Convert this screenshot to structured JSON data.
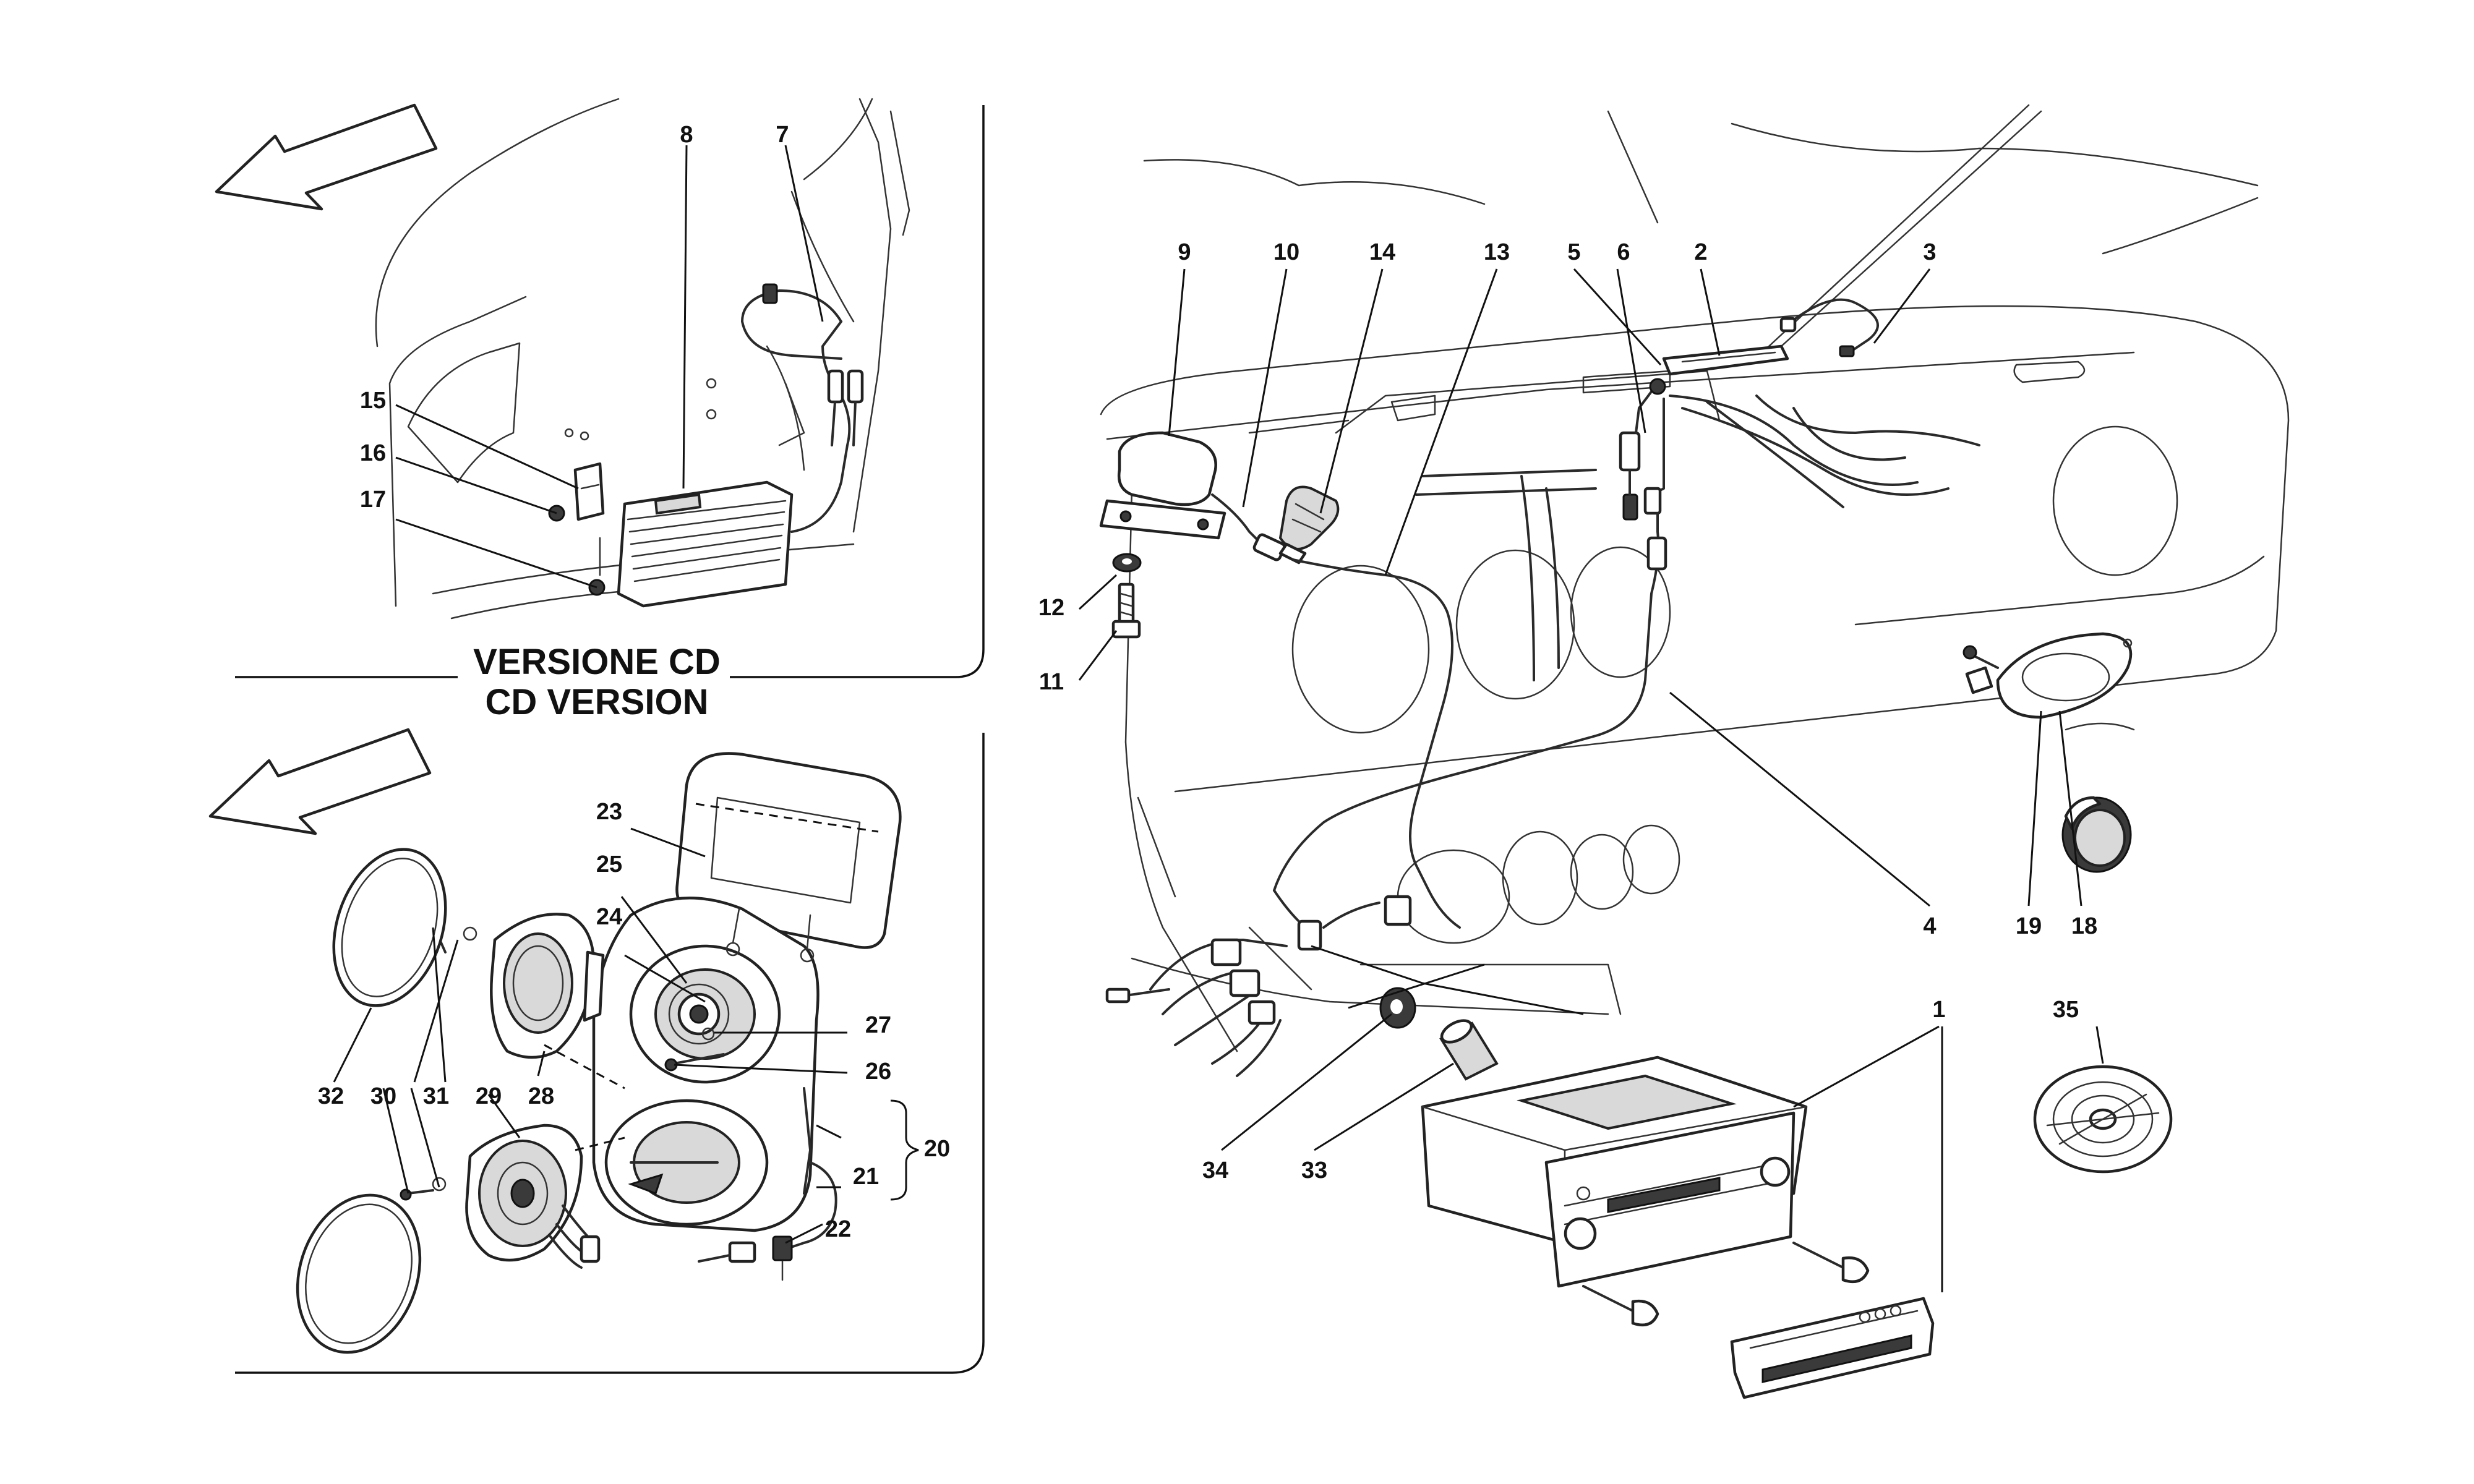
{
  "section_heading": {
    "line1": "VERSIONE CD",
    "line2": "CD VERSION"
  },
  "callouts": [
    {
      "id": "c1",
      "label": "1"
    },
    {
      "id": "c2",
      "label": "2"
    },
    {
      "id": "c3",
      "label": "3"
    },
    {
      "id": "c4",
      "label": "4"
    },
    {
      "id": "c5",
      "label": "5"
    },
    {
      "id": "c6",
      "label": "6"
    },
    {
      "id": "c7",
      "label": "7"
    },
    {
      "id": "c8",
      "label": "8"
    },
    {
      "id": "c9",
      "label": "9"
    },
    {
      "id": "c10",
      "label": "10"
    },
    {
      "id": "c11",
      "label": "11"
    },
    {
      "id": "c12",
      "label": "12"
    },
    {
      "id": "c13",
      "label": "13"
    },
    {
      "id": "c14",
      "label": "14"
    },
    {
      "id": "c15",
      "label": "15"
    },
    {
      "id": "c16",
      "label": "16"
    },
    {
      "id": "c17",
      "label": "17"
    },
    {
      "id": "c18",
      "label": "18"
    },
    {
      "id": "c19",
      "label": "19"
    },
    {
      "id": "c20",
      "label": "20"
    },
    {
      "id": "c21",
      "label": "21"
    },
    {
      "id": "c22",
      "label": "22"
    },
    {
      "id": "c23",
      "label": "23"
    },
    {
      "id": "c24",
      "label": "24"
    },
    {
      "id": "c25",
      "label": "25"
    },
    {
      "id": "c26",
      "label": "26"
    },
    {
      "id": "c27",
      "label": "27"
    },
    {
      "id": "c28",
      "label": "28"
    },
    {
      "id": "c29",
      "label": "29"
    },
    {
      "id": "c30",
      "label": "30"
    },
    {
      "id": "c31",
      "label": "31"
    },
    {
      "id": "c32",
      "label": "32"
    },
    {
      "id": "c33",
      "label": "33"
    },
    {
      "id": "c34",
      "label": "34"
    },
    {
      "id": "c35",
      "label": "35"
    }
  ]
}
